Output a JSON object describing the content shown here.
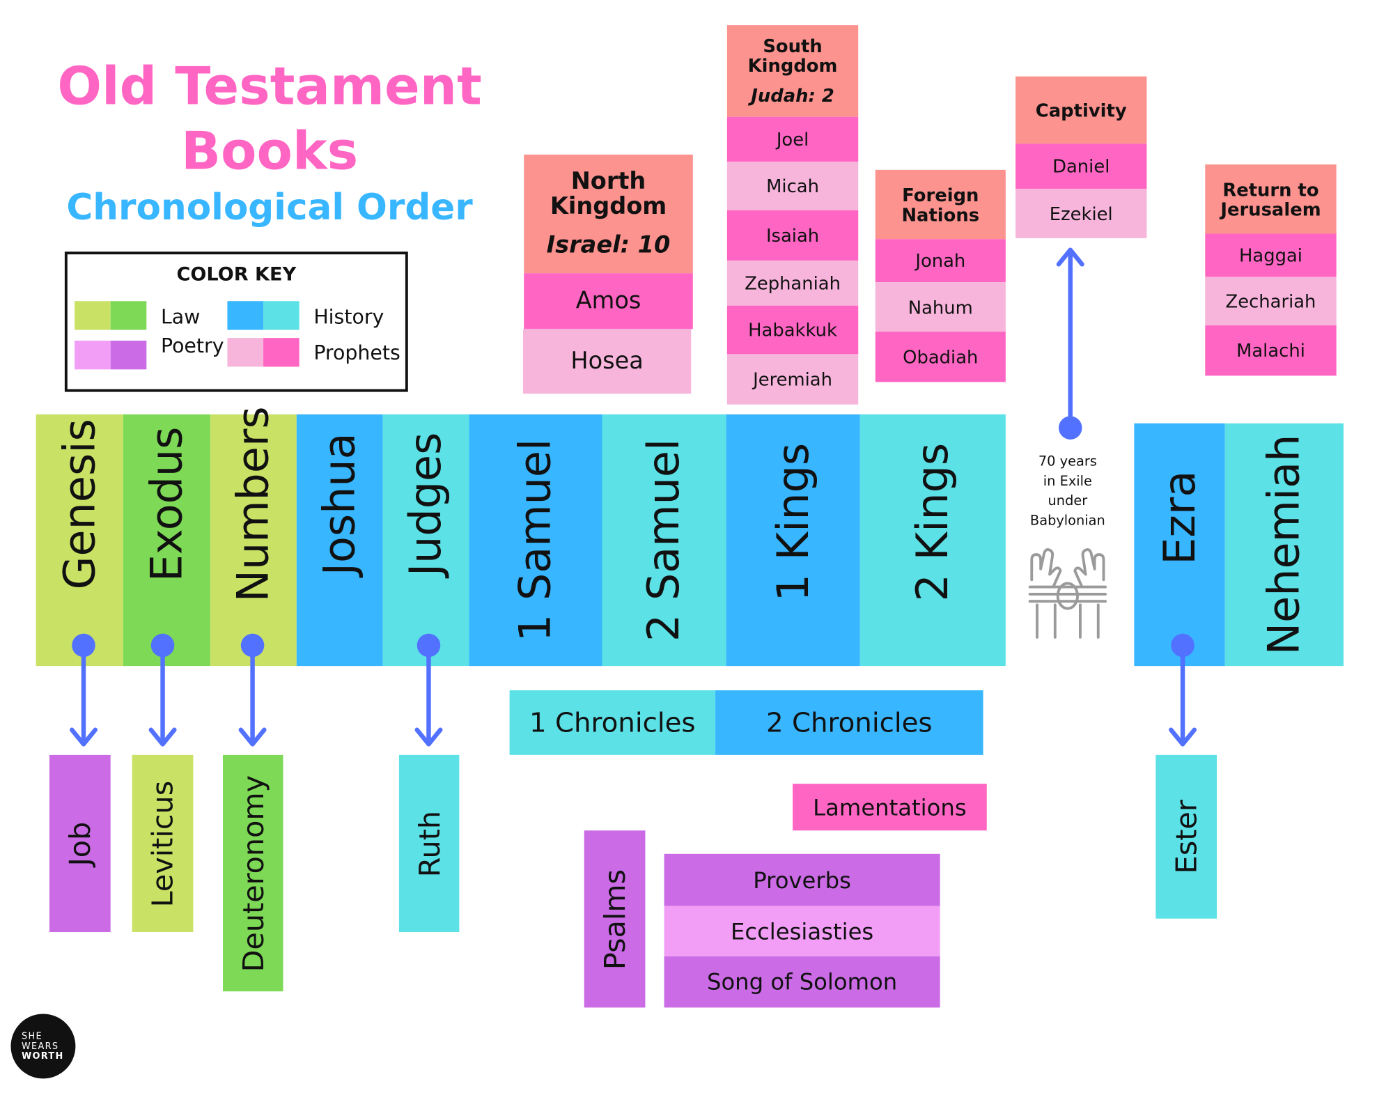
{
  "title": {
    "line1": "Old Testament",
    "line2": "Books",
    "subtitle": "Chronological Order"
  },
  "color_key": {
    "title": "COLOR KEY",
    "items": [
      {
        "label": "Law",
        "colors": [
          "#c9e265",
          "#7ed957"
        ]
      },
      {
        "label": "Poetry",
        "colors": [
          "#f29ef7",
          "#cb6ce6"
        ]
      },
      {
        "label": "History",
        "colors": [
          "#38b6ff",
          "#5ce1e6"
        ]
      },
      {
        "label": "Prophets",
        "colors": [
          "#f7b5dc",
          "#ff66c4"
        ]
      }
    ]
  },
  "timeline": [
    "Genesis",
    "Exodus",
    "Numbers",
    "Joshua",
    "Judges",
    "1 Samuel",
    "2 Samuel",
    "1 Kings",
    "2 Kings",
    "Ezra",
    "Nehemiah"
  ],
  "north_kingdom": {
    "title_line1": "North",
    "title_line2": "Kingdom",
    "subtitle": "Israel: 10",
    "books": [
      "Amos",
      "Hosea"
    ]
  },
  "south_kingdom": {
    "title_line1": "South",
    "title_line2": "Kingdom",
    "subtitle": "Judah: 2",
    "books": [
      "Joel",
      "Micah",
      "Isaiah",
      "Zephaniah",
      "Habakkuk",
      "Jeremiah"
    ]
  },
  "foreign_nations": {
    "title_line1": "Foreign",
    "title_line2": "Nations",
    "books": [
      "Jonah",
      "Nahum",
      "Obadiah"
    ]
  },
  "captivity": {
    "title": "Captivity",
    "books": [
      "Daniel",
      "Ezekiel"
    ]
  },
  "return": {
    "title_line1": "Return to",
    "title_line2": "Jerusalem",
    "books": [
      "Haggai",
      "Zechariah",
      "Malachi"
    ]
  },
  "exile_note": {
    "line1": "70 years",
    "line2": "in Exile",
    "line3": "under",
    "line4": "Babylonian",
    "icon": "bound-hands-icon"
  },
  "linked_books": {
    "job": "Job",
    "leviticus": "Leviticus",
    "deuteronomy": "Deuteronomy",
    "ruth": "Ruth",
    "ester": "Ester"
  },
  "chronicles": [
    "1 Chronicles",
    "2 Chronicles"
  ],
  "lamentations": "Lamentations",
  "psalms": "Psalms",
  "wisdom": [
    "Proverbs",
    "Ecclesiasties",
    "Song of Solomon"
  ],
  "logo": {
    "line1": "SHE",
    "line2": "WEARS",
    "line3": "WORTH"
  },
  "colors": {
    "law_light": "#c9e265",
    "law_dark": "#7ed957",
    "history_dark": "#38b6ff",
    "history_light": "#5ce1e6",
    "prophet_light": "#f7b5dc",
    "prophet_dark": "#ff66c4",
    "poetry_light": "#f29ef7",
    "poetry_dark": "#cb6ce6",
    "header": "#fc938f",
    "arrow": "#5271ff"
  }
}
